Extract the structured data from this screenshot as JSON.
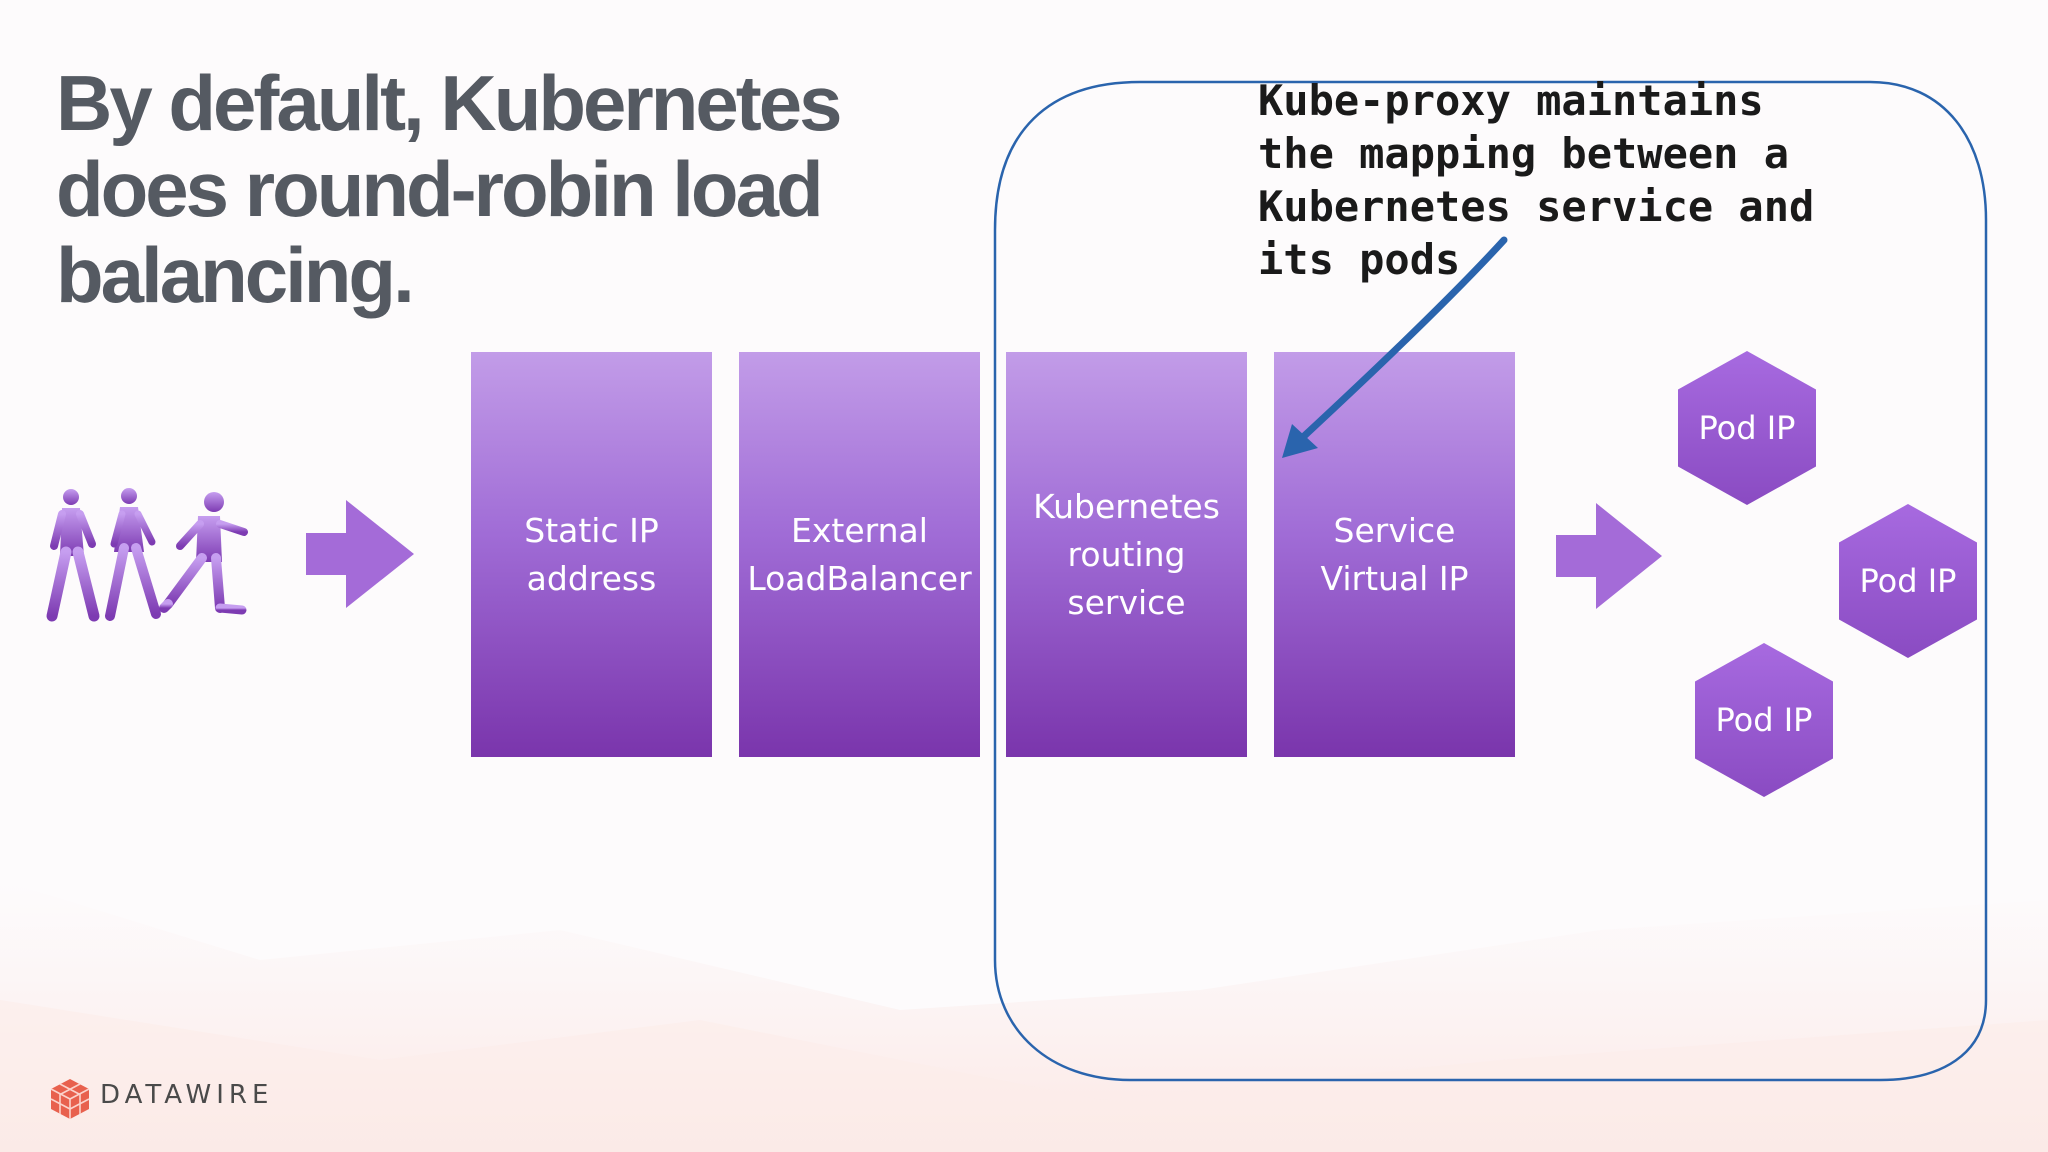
{
  "slide": {
    "title": "By default, Kubernetes\ndoes round-robin load\nbalancing.",
    "annotation": "Kube-proxy maintains\nthe mapping between a\nKubernetes service and\nits pods",
    "brand": "DATAWIRE"
  },
  "boxes": [
    {
      "label": "Static IP\naddress"
    },
    {
      "label": "External\nLoadBalancer"
    },
    {
      "label": "Kubernetes\nrouting\nservice"
    },
    {
      "label": "Service\nVirtual IP"
    }
  ],
  "pods": [
    {
      "label": "Pod IP"
    },
    {
      "label": "Pod IP"
    },
    {
      "label": "Pod IP"
    }
  ],
  "colors": {
    "box_top": "#c29ce8",
    "box_bottom": "#7a35ac",
    "hex_fill": "#9352c8",
    "arrow_fill": "#a46bd8",
    "outline": "#2a64ad",
    "title": "#555a62",
    "logo": "#e8614e"
  },
  "icons": [
    "walking-people-icon",
    "right-arrow-icon",
    "datawire-logo-icon"
  ]
}
